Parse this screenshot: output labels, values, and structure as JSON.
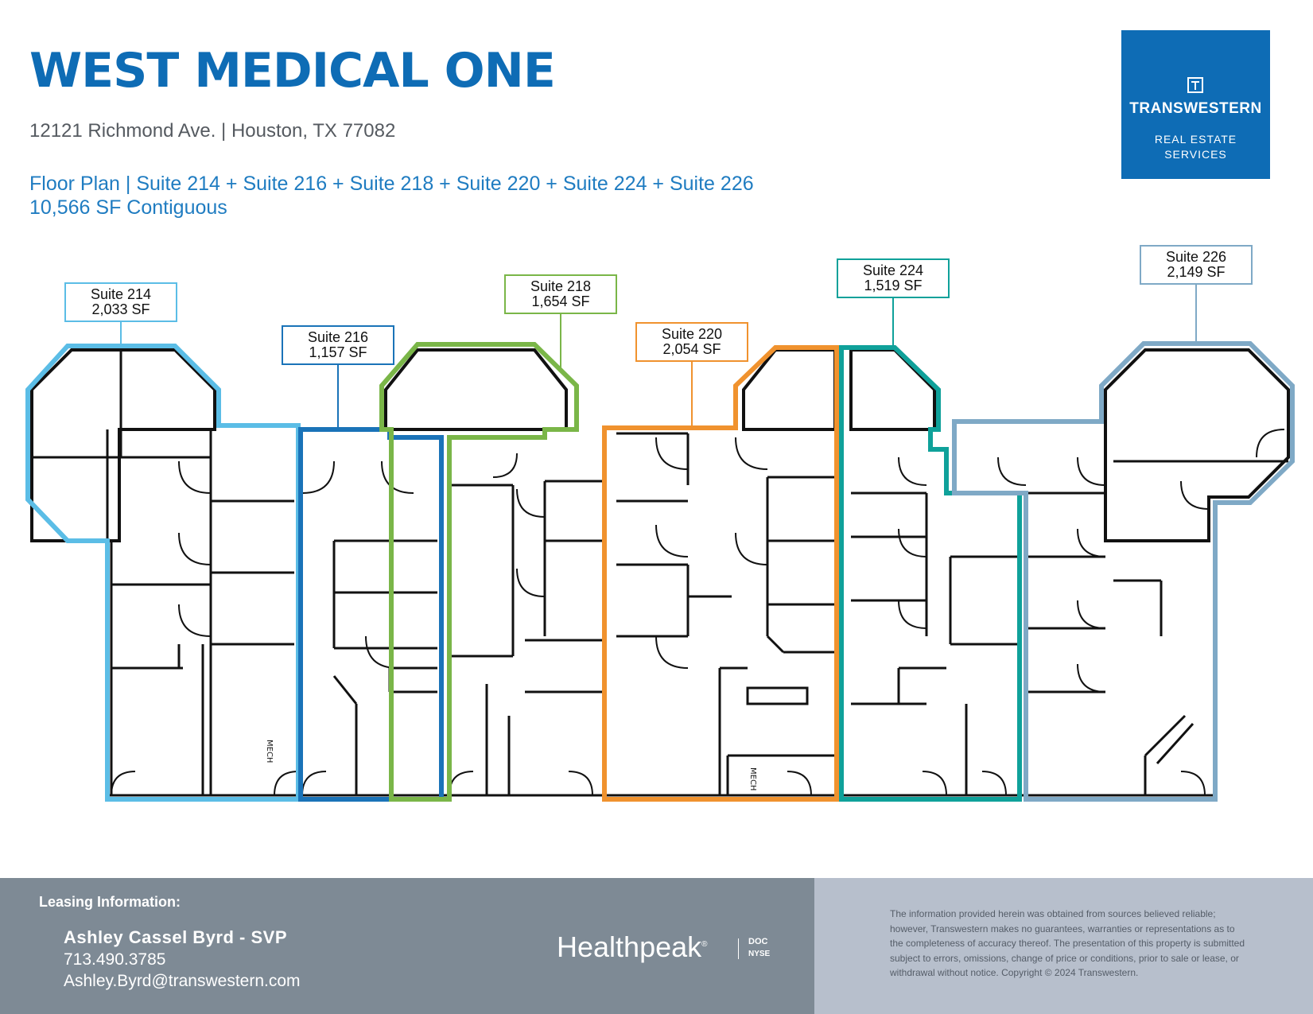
{
  "header": {
    "title": "WEST MEDICAL ONE",
    "address": "12121 Richmond Ave. | Houston, TX 77082",
    "plan_line_1": "Floor Plan | Suite 214 + Suite 216 + Suite 218 + Suite 220 + Suite 224 + Suite 226",
    "plan_line_2": "10,566 SF Contiguous"
  },
  "logo": {
    "icon": "transwestern-logo-mark",
    "name": "TRANSWESTERN",
    "sub_line_1": "REAL ESTATE",
    "sub_line_2": "SERVICES",
    "color": "#0e6cb5"
  },
  "suites": [
    {
      "name": "Suite 214",
      "area": "2,033 SF",
      "color": "#5bbde6"
    },
    {
      "name": "Suite 216",
      "area": "1,157 SF",
      "color": "#1a73b8"
    },
    {
      "name": "Suite 218",
      "area": "1,654 SF",
      "color": "#7ab648"
    },
    {
      "name": "Suite 220",
      "area": "2,054 SF",
      "color": "#f0922e"
    },
    {
      "name": "Suite 224",
      "area": "1,519 SF",
      "color": "#0fa19a"
    },
    {
      "name": "Suite 226",
      "area": "2,149 SF",
      "color": "#7fa9c6"
    }
  ],
  "floorplan": {
    "room_label": "MECH"
  },
  "footer": {
    "leasing_label": "Leasing Information:",
    "contact_name": "Ashley Cassel Byrd - SVP",
    "contact_phone": "713.490.3785",
    "contact_email": "Ashley.Byrd@transwestern.com",
    "brand": "Healthpeak",
    "brand_mark": "®",
    "ticker_1": "DOC",
    "ticker_2": "NYSE",
    "disclaimer": "The information provided herein was obtained from sources believed reliable; however, Transwestern makes no guarantees, warranties or representations as to the completeness of accuracy thereof. The presentation of this property is submitted subject to errors, omissions, change of price or conditions, prior to sale or lease, or withdrawal without notice. Copyright © 2024 Transwestern."
  }
}
